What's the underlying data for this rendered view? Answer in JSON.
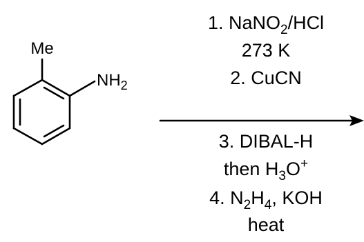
{
  "molecule": {
    "substituent_top": "Me",
    "amine": {
      "main": "NH",
      "sub": "2"
    }
  },
  "conditions_above": [
    {
      "parts": [
        {
          "t": "1. NaNO"
        },
        {
          "t": "2",
          "s": "sub"
        },
        {
          "t": "/HCl"
        }
      ]
    },
    {
      "parts": [
        {
          "t": "273 K"
        }
      ]
    },
    {
      "parts": [
        {
          "t": "2. CuCN"
        }
      ]
    }
  ],
  "conditions_below": [
    {
      "parts": [
        {
          "t": "3. DIBAL-H"
        }
      ]
    },
    {
      "parts": [
        {
          "t": "then H"
        },
        {
          "t": "3",
          "s": "sub"
        },
        {
          "t": "O"
        },
        {
          "t": "+",
          "s": "sup"
        }
      ]
    },
    {
      "parts": [
        {
          "t": "4. N"
        },
        {
          "t": "2",
          "s": "sub"
        },
        {
          "t": "H"
        },
        {
          "t": "4",
          "s": "sub"
        },
        {
          "t": ", KOH"
        }
      ]
    },
    {
      "parts": [
        {
          "t": "heat"
        }
      ]
    }
  ],
  "colors": {
    "ink": "#000000",
    "background": "#ffffff"
  }
}
